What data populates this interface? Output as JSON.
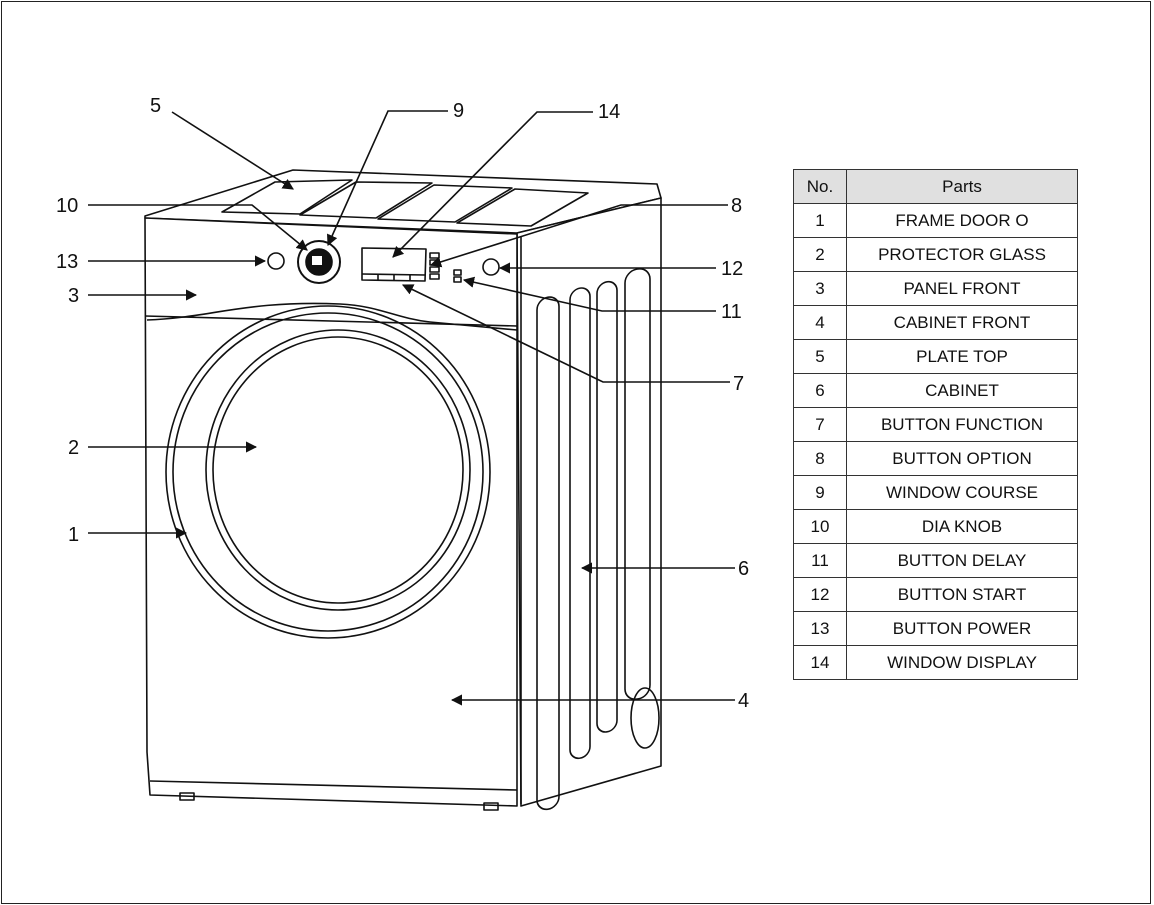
{
  "callouts": [
    {
      "number": "1",
      "part": "FRAME DOOR O"
    },
    {
      "number": "2",
      "part": "PROTECTOR GLASS"
    },
    {
      "number": "3",
      "part": "PANEL FRONT"
    },
    {
      "number": "4",
      "part": "CABINET FRONT"
    },
    {
      "number": "5",
      "part": "PLATE TOP"
    },
    {
      "number": "6",
      "part": "CABINET"
    },
    {
      "number": "7",
      "part": "BUTTON FUNCTION"
    },
    {
      "number": "8",
      "part": "BUTTON OPTION"
    },
    {
      "number": "9",
      "part": "WINDOW COURSE"
    },
    {
      "number": "10",
      "part": "DIA KNOB"
    },
    {
      "number": "11",
      "part": "BUTTON DELAY"
    },
    {
      "number": "12",
      "part": "BUTTON START"
    },
    {
      "number": "13",
      "part": "BUTTON POWER"
    },
    {
      "number": "14",
      "part": "WINDOW DISPLAY"
    }
  ],
  "table": {
    "header_no": "No.",
    "header_parts": "Parts",
    "rows": [
      {
        "no": "1",
        "part": "FRAME DOOR O"
      },
      {
        "no": "2",
        "part": "PROTECTOR GLASS"
      },
      {
        "no": "3",
        "part": "PANEL FRONT"
      },
      {
        "no": "4",
        "part": "CABINET FRONT"
      },
      {
        "no": "5",
        "part": "PLATE TOP"
      },
      {
        "no": "6",
        "part": "CABINET"
      },
      {
        "no": "7",
        "part": "BUTTON FUNCTION"
      },
      {
        "no": "8",
        "part": "BUTTON OPTION"
      },
      {
        "no": "9",
        "part": "WINDOW COURSE"
      },
      {
        "no": "10",
        "part": "DIA KNOB"
      },
      {
        "no": "11",
        "part": "BUTTON DELAY"
      },
      {
        "no": "12",
        "part": "BUTTON START"
      },
      {
        "no": "13",
        "part": "BUTTON POWER"
      },
      {
        "no": "14",
        "part": "WINDOW DISPLAY"
      }
    ]
  },
  "colors": {
    "line": "#111111",
    "table_header_bg": "#e0e0e0"
  }
}
